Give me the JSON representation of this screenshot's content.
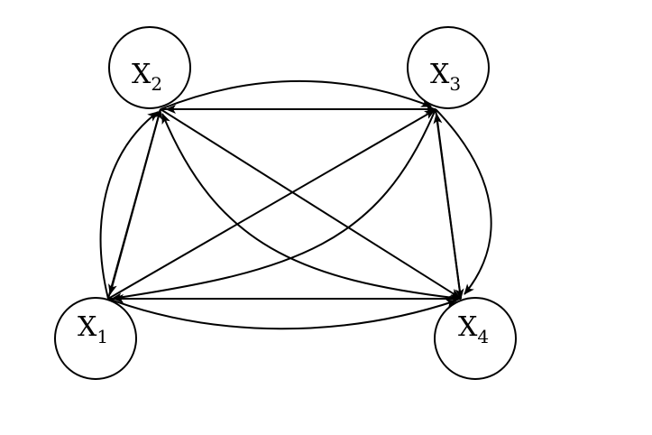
{
  "diagram": {
    "type": "directed-graph",
    "colors": {
      "line": "#000000",
      "background": "#ffffff"
    },
    "nodes": [
      {
        "id": "x1",
        "letter": "X",
        "subscript": "1"
      },
      {
        "id": "x2",
        "letter": "X",
        "subscript": "2"
      },
      {
        "id": "x3",
        "letter": "X",
        "subscript": "3"
      },
      {
        "id": "x4",
        "letter": "X",
        "subscript": "4"
      }
    ],
    "edges": [
      {
        "from": "x1",
        "to": "x2",
        "curved": false
      },
      {
        "from": "x2",
        "to": "x1",
        "curved": false
      },
      {
        "from": "x1",
        "to": "x2",
        "curved": true
      },
      {
        "from": "x2",
        "to": "x3",
        "curved": false
      },
      {
        "from": "x3",
        "to": "x2",
        "curved": false
      },
      {
        "from": "x2",
        "to": "x3",
        "curved": true
      },
      {
        "from": "x3",
        "to": "x4",
        "curved": false
      },
      {
        "from": "x4",
        "to": "x3",
        "curved": false
      },
      {
        "from": "x3",
        "to": "x4",
        "curved": true
      },
      {
        "from": "x1",
        "to": "x4",
        "curved": false
      },
      {
        "from": "x4",
        "to": "x1",
        "curved": false
      },
      {
        "from": "x1",
        "to": "x4",
        "curved": true
      },
      {
        "from": "x2",
        "to": "x4",
        "curved": false
      },
      {
        "from": "x4",
        "to": "x2",
        "curved": true
      },
      {
        "from": "x1",
        "to": "x3",
        "curved": false
      },
      {
        "from": "x3",
        "to": "x1",
        "curved": true
      }
    ]
  }
}
